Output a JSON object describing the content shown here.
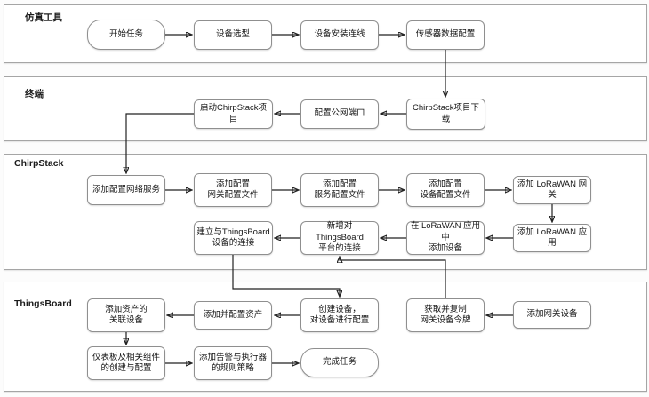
{
  "diagram": {
    "title": "LoRaWAN simulation deployment flowchart",
    "lanes": {
      "lane1": {
        "label": "仿真工具"
      },
      "lane2": {
        "label": "终端"
      },
      "lane3": {
        "label": "ChirpStack"
      },
      "lane4": {
        "label": "ThingsBoard"
      }
    },
    "nodes": {
      "start": {
        "label": "开始任务",
        "shape": "terminator"
      },
      "device_select": {
        "label": "设备选型",
        "shape": "process"
      },
      "device_install": {
        "label": "设备安装连线",
        "shape": "process"
      },
      "sensor_config": {
        "label": "传感器数据配置",
        "shape": "process"
      },
      "chirpstack_download": {
        "label": "ChirpStack项目下载",
        "shape": "process"
      },
      "public_port": {
        "label": "配置公网端口",
        "shape": "process"
      },
      "launch_chirpstack": {
        "label": "启动ChirpStack项目",
        "shape": "process"
      },
      "network_service": {
        "label": "添加配置网络服务",
        "shape": "process"
      },
      "gateway_cfg_file": {
        "label": "添加配置\n网关配置文件",
        "shape": "process"
      },
      "service_cfg_file": {
        "label": "添加配置\n服务配置文件",
        "shape": "process"
      },
      "device_cfg_file": {
        "label": "添加配置\n设备配置文件",
        "shape": "process"
      },
      "add_lorawan_gateway": {
        "label": "添加 LoRaWAN 网关",
        "shape": "process"
      },
      "add_lorawan_app": {
        "label": "添加 LoRaWAN 应用",
        "shape": "process"
      },
      "add_device_in_app": {
        "label": "在 LoRaWAN 应用中\n添加设备",
        "shape": "process"
      },
      "new_tb_connection": {
        "label": "新增对ThingsBoard\n平台的连接",
        "shape": "process"
      },
      "establish_tb_device": {
        "label": "建立与ThingsBoard\n设备的连接",
        "shape": "process"
      },
      "asset_related_device": {
        "label": "添加资产的\n关联设备",
        "shape": "process"
      },
      "add_configure_asset": {
        "label": "添加并配置资产",
        "shape": "process"
      },
      "create_device": {
        "label": "创建设备，\n对设备进行配置",
        "shape": "process"
      },
      "copy_gateway_token": {
        "label": "获取并复制\n网关设备令牌",
        "shape": "process"
      },
      "add_gateway_device": {
        "label": "添加网关设备",
        "shape": "process"
      },
      "dashboard_components": {
        "label": "仪表板及相关组件\n的创建与配置",
        "shape": "process"
      },
      "alarm_rules": {
        "label": "添加告警与执行器\n的规则策略",
        "shape": "process"
      },
      "finish": {
        "label": "完成任务",
        "shape": "terminator"
      }
    },
    "edges": [
      {
        "from": "start",
        "to": "device_select"
      },
      {
        "from": "device_select",
        "to": "device_install"
      },
      {
        "from": "device_install",
        "to": "sensor_config"
      },
      {
        "from": "sensor_config",
        "to": "chirpstack_download"
      },
      {
        "from": "chirpstack_download",
        "to": "public_port"
      },
      {
        "from": "public_port",
        "to": "launch_chirpstack"
      },
      {
        "from": "launch_chirpstack",
        "to": "network_service"
      },
      {
        "from": "network_service",
        "to": "gateway_cfg_file"
      },
      {
        "from": "gateway_cfg_file",
        "to": "service_cfg_file"
      },
      {
        "from": "service_cfg_file",
        "to": "device_cfg_file"
      },
      {
        "from": "device_cfg_file",
        "to": "add_lorawan_gateway"
      },
      {
        "from": "add_lorawan_gateway",
        "to": "add_lorawan_app"
      },
      {
        "from": "add_lorawan_app",
        "to": "add_device_in_app"
      },
      {
        "from": "add_device_in_app",
        "to": "new_tb_connection"
      },
      {
        "from": "new_tb_connection",
        "to": "establish_tb_device"
      },
      {
        "from": "copy_gateway_token",
        "to": "new_tb_connection"
      },
      {
        "from": "establish_tb_device",
        "to": "create_device"
      },
      {
        "from": "add_gateway_device",
        "to": "copy_gateway_token"
      },
      {
        "from": "create_device",
        "to": "add_configure_asset"
      },
      {
        "from": "add_configure_asset",
        "to": "asset_related_device"
      },
      {
        "from": "asset_related_device",
        "to": "dashboard_components"
      },
      {
        "from": "dashboard_components",
        "to": "alarm_rules"
      },
      {
        "from": "alarm_rules",
        "to": "finish"
      }
    ],
    "colors": {
      "lane_border": "#a5a5a5",
      "node_border": "#8f8f8f",
      "node_fill": "#ffffff",
      "arrow": "#222222",
      "text": "#141414",
      "background": "#fcfcfc"
    }
  }
}
